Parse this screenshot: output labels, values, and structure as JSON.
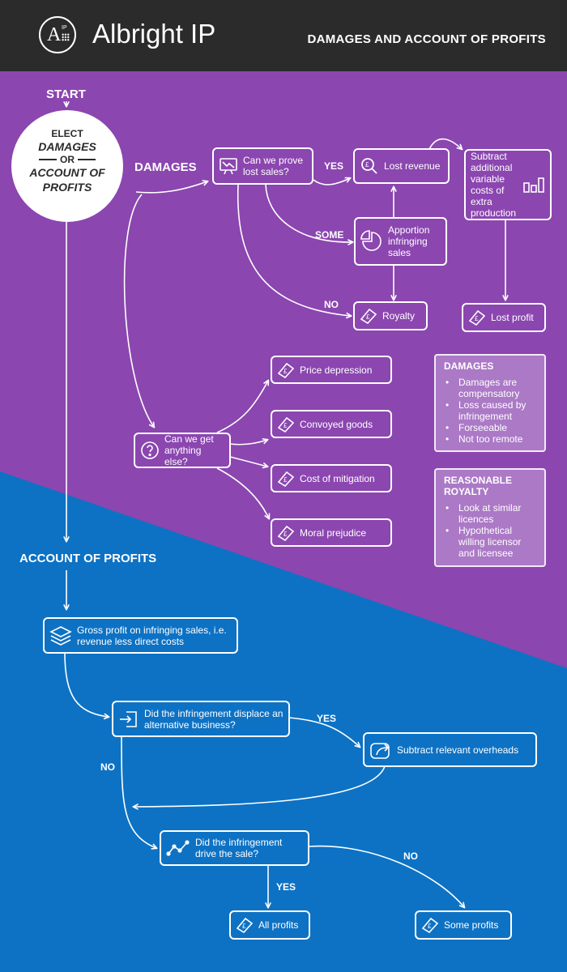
{
  "header": {
    "logo_letter": "A",
    "logo_sup": "IP",
    "brand": "Albright IP",
    "title": "DAMAGES AND ACCOUNT OF PROFITS"
  },
  "colors": {
    "header": "#2b2b2b",
    "purple": "#8b46b0",
    "blue": "#0d72c4",
    "white": "#ffffff"
  },
  "start": {
    "label": "START",
    "line1": "ELECT",
    "line2": "DAMAGES",
    "or": "OR",
    "line3": "ACCOUNT OF",
    "line4": "PROFITS"
  },
  "damages": {
    "label": "DAMAGES",
    "prove": "Can we prove lost sales?",
    "yes": "YES",
    "some": "SOME",
    "no": "NO",
    "lost_revenue": "Lost revenue",
    "apportion": "Apportion infringing sales",
    "royalty": "Royalty",
    "subtract_costs": "Subtract additional variable costs of extra production",
    "lost_profit": "Lost profit",
    "anything_else": "Can we get anything else?",
    "price_depression": "Price depression",
    "convoyed_goods": "Convoyed goods",
    "cost_of_mitigation": "Cost of mitigation",
    "moral_prejudice": "Moral prejudice"
  },
  "info_damages": {
    "title": "DAMAGES",
    "items": [
      "Damages are compensatory",
      "Loss caused by infringement",
      "Forseeable",
      "Not too remote"
    ]
  },
  "info_royalty": {
    "title": "REASONABLE ROYALTY",
    "items": [
      "Look at similar licences",
      "Hypothetical willing licensor and licensee"
    ]
  },
  "profits": {
    "label": "ACCOUNT OF PROFITS",
    "gross": "Gross profit on infringing sales, i.e. revenue less direct costs",
    "displace": "Did the infringement displace an alternative business?",
    "yes1": "YES",
    "no1": "NO",
    "overheads": "Subtract relevant overheads",
    "drive": "Did the infringement drive the sale?",
    "yes2": "YES",
    "no2": "NO",
    "all": "All profits",
    "some": "Some profits"
  }
}
